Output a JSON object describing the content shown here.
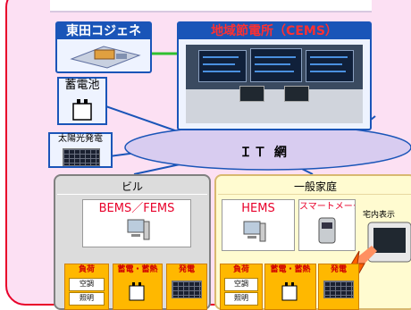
{
  "cogen": {
    "title": "東田コジェネ"
  },
  "cems": {
    "title": "地域節電所（CEMS）"
  },
  "storage": {
    "title": "蓄電池"
  },
  "solar": {
    "title": "太陽光発電"
  },
  "network": {
    "label": "ＩＴ 網"
  },
  "building": {
    "title": "ビル",
    "ems": "BEMS／FEMS",
    "load": {
      "title": "負荷",
      "items": [
        "空調",
        "照明"
      ]
    },
    "storage_heat": "蓄電・蓄熱",
    "generation": "発電"
  },
  "home": {
    "title": "一般家庭",
    "ems": "HEMS",
    "smart_meter": "スマートメータ",
    "in_home_display": "宅内表示",
    "load": {
      "title": "負荷",
      "items": [
        "空調",
        "照明"
      ]
    },
    "storage_heat": "蓄電・蓄熱",
    "generation": "発電"
  },
  "colors": {
    "panel_bg": "#fce0f3",
    "panel_border": "#e8002a",
    "header_blue": "#1a55b8",
    "network_fill": "#d8ccf0",
    "category_orange": "#ffb800"
  }
}
